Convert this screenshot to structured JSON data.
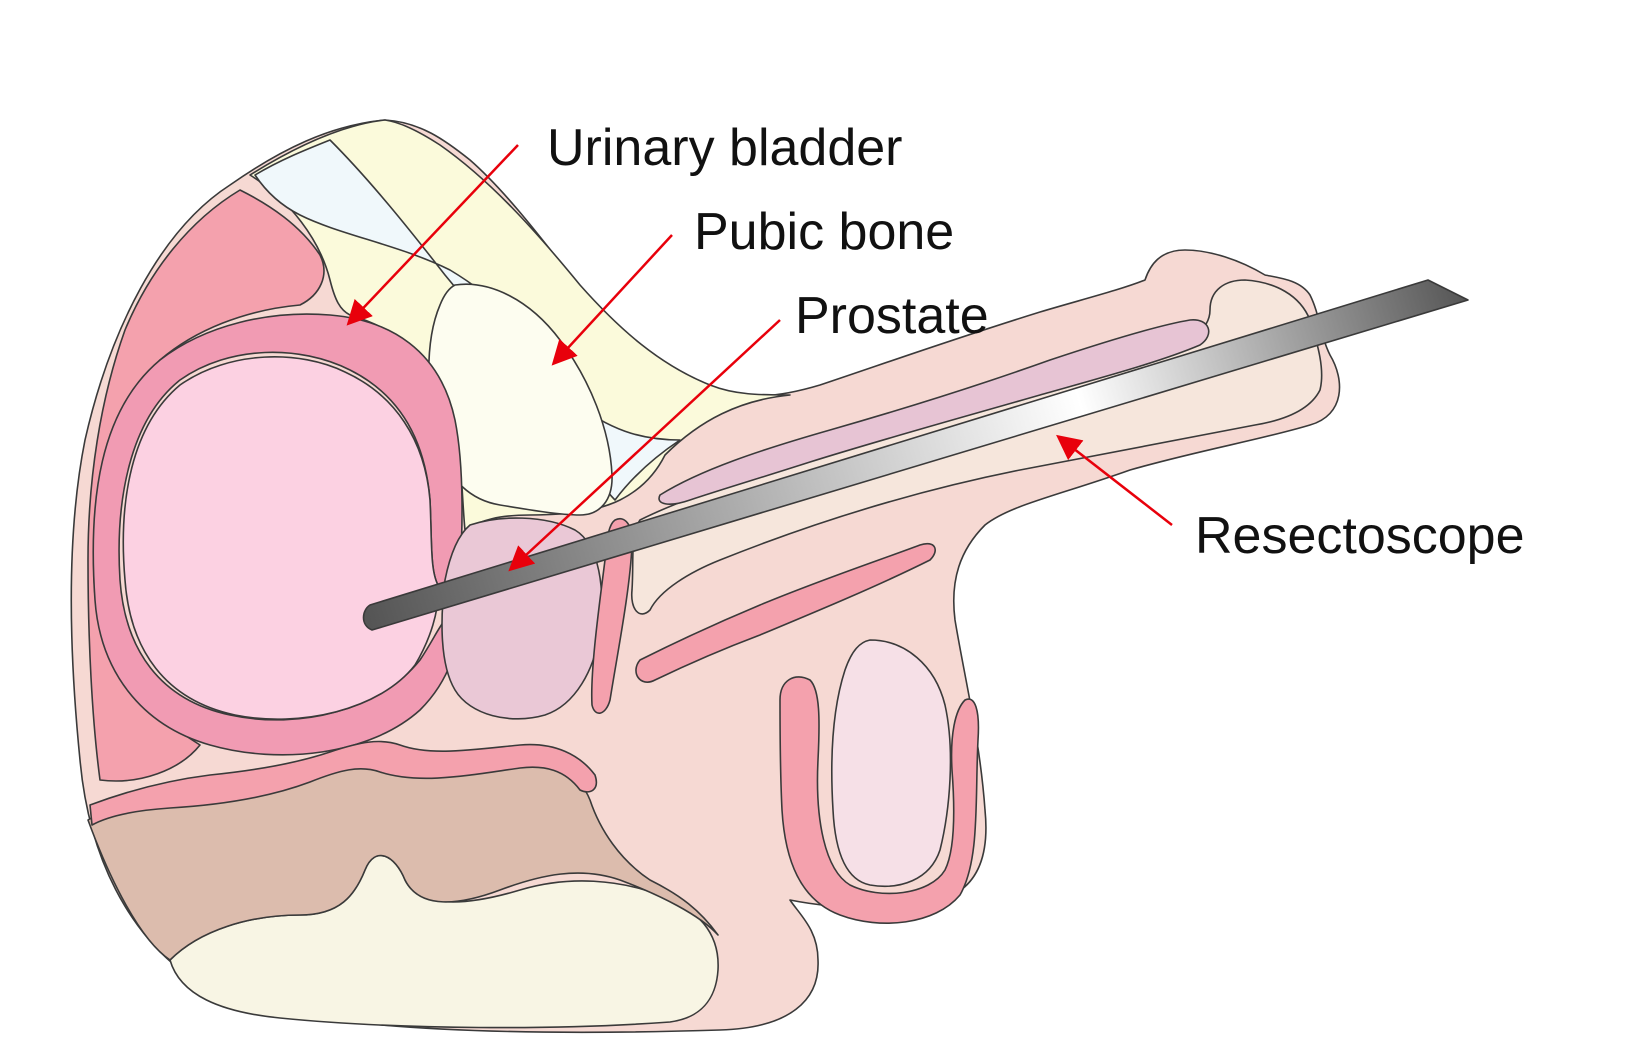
{
  "labels": {
    "urinary_bladder": "Urinary bladder",
    "pubic_bone": "Pubic bone",
    "prostate": "Prostate",
    "resectoscope": "Resectoscope"
  },
  "colors": {
    "outline": "#3a3a3a",
    "arrow": "#e8000b",
    "skin": "#f6d9d3",
    "buttock_red": "#f4a1ad",
    "bladder_wall": "#f19bb3",
    "bladder_lumen": "#fcd1e2",
    "fat_yellow": "#fbfadb",
    "fascia_blue": "#f0f8fb",
    "pubic_bone": "#fdfdf0",
    "prostate": "#eac8d6",
    "rectum_brown": "#dcbcad",
    "cream": "#f8f5e4",
    "penis_shaft": "#f6e6dc",
    "corpus": "#e7c4d4",
    "testis": "#f6e0e7",
    "scope_dark": "#555555",
    "scope_light": "#ffffff"
  }
}
